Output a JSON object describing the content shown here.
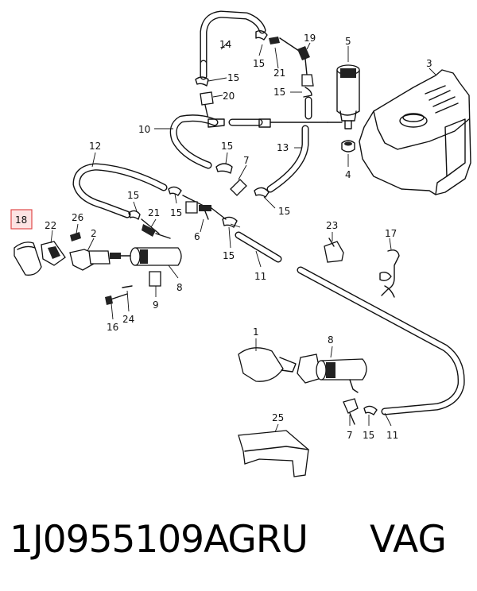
{
  "footer": {
    "part_number": "1J0955109AGRU",
    "brand": "VAG"
  },
  "highlighted_callout": "18",
  "callouts": {
    "c1": "1",
    "c2a": "2",
    "c3": "3",
    "c4": "4",
    "c5": "5",
    "c6": "6",
    "c7a": "7",
    "c7b": "7",
    "c8a": "8",
    "c8b": "8",
    "c9": "9",
    "c10": "10",
    "c11a": "11",
    "c11b": "11",
    "c12": "12",
    "c13": "13",
    "c14": "14",
    "c15a": "15",
    "c15b": "15",
    "c15c": "15",
    "c15d": "15",
    "c15e": "15",
    "c15f": "15",
    "c15g": "15",
    "c15h": "15",
    "c15i": "15",
    "c16": "16",
    "c17": "17",
    "c18": "18",
    "c19": "19",
    "c20": "20",
    "c21a": "21",
    "c21b": "21",
    "c22": "22",
    "c23": "23",
    "c24": "24",
    "c25": "25",
    "c26": "26"
  },
  "colors": {
    "highlight_fill": "#fde3e3",
    "highlight_stroke": "#e04a4a",
    "line": "#111111"
  }
}
